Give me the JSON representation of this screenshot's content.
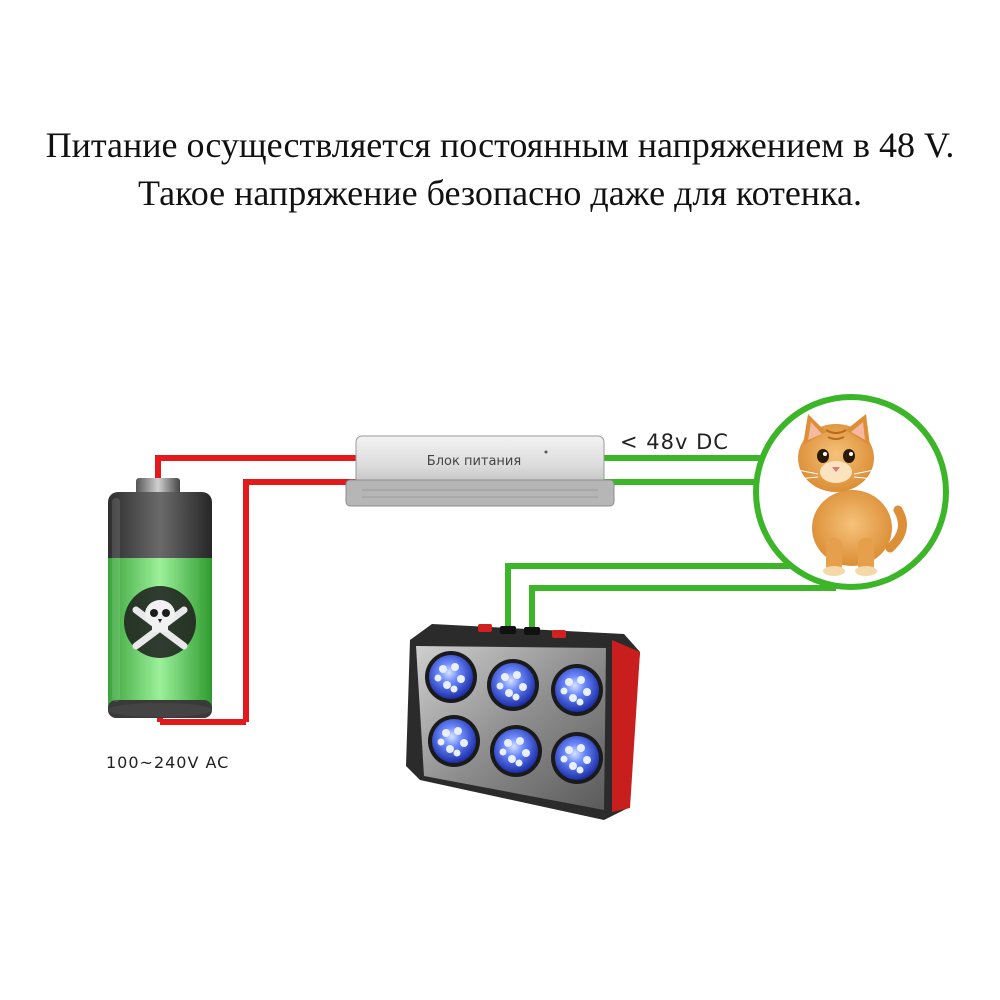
{
  "heading": {
    "line1": "Питание осуществляется постоянным напряжением в 48 V.",
    "line2": "Такое напряжение безопасно даже для котенка."
  },
  "labels": {
    "psu": "Блок питания",
    "dc_output": "< 48v DC",
    "ac_input": "100~240V  AC"
  },
  "icons": {
    "battery": "battery-icon",
    "skull": "skull-crossbones-icon",
    "kitten": "kitten-icon",
    "lamp": "led-lamp-icon"
  },
  "colors": {
    "ac_wire": "#e3191b",
    "dc_wire": "#3cb529",
    "kitten_circle": "#3cb529",
    "battery_fill": "#5bd15a",
    "led_blue": "#2a47c9"
  }
}
